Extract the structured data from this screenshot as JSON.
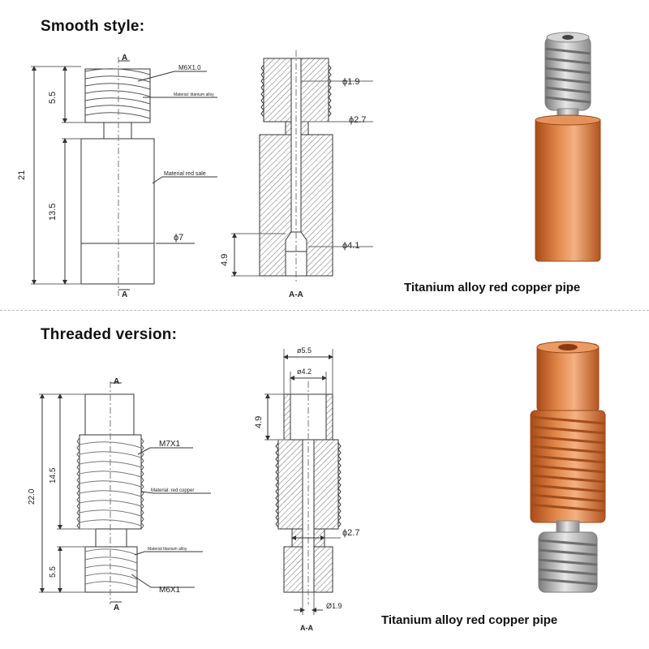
{
  "sections": {
    "smooth": {
      "heading": "Smooth style:",
      "caption": "Titanium alloy red copper pipe",
      "drawing": {
        "section_mark": "A",
        "thread_label": "M6X1.0",
        "material_top": "Material: titanium alloy",
        "material_body": "Material red sale",
        "dim_total": "21",
        "dim_thread": "5.5",
        "dim_body": "13.5",
        "dia_body": "ϕ7"
      },
      "section_view": {
        "label": "A-A",
        "dia_bore": "ϕ1.9",
        "dia_throat": "ϕ2.7",
        "dia_bottom": "ϕ4.1",
        "depth_bottom": "4.9"
      }
    },
    "threaded": {
      "heading": "Threaded version:",
      "caption": "Titanium alloy red copper pipe",
      "drawing": {
        "section_mark": "A",
        "thread_top": "M7X1",
        "thread_bottom": "M6X1",
        "material_main": "Material: red copper",
        "material_small": "Material titanium alloy",
        "dim_total": "22.0",
        "dim_upper": "14.5",
        "dim_lower": "5.5"
      },
      "section_view": {
        "label": "A-A",
        "dia_outer": "ø5.5",
        "dia_inner": "ø4.2",
        "depth_top": "4.9",
        "dia_throat": "ϕ2.7",
        "dia_bore": "Ø1.9"
      }
    }
  },
  "colors": {
    "copper": "#d9773c",
    "titanium": "#b9b9b9",
    "line": "#333333"
  }
}
